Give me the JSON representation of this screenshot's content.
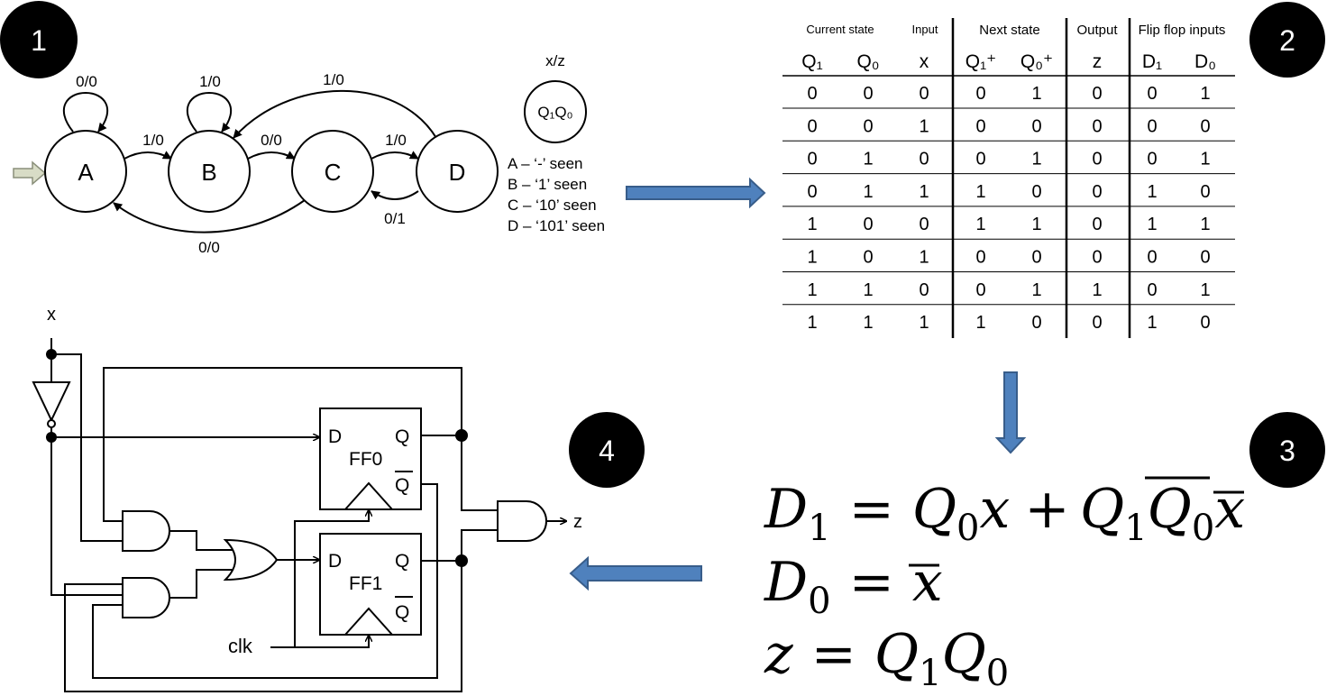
{
  "steps": {
    "one": "1",
    "two": "2",
    "three": "3",
    "four": "4"
  },
  "state_diagram": {
    "legend_label": "x/z",
    "legend_state": "Q₁Q₀",
    "states": {
      "a": "A",
      "b": "B",
      "c": "C",
      "d": "D"
    },
    "transitions": {
      "a_self": "0/0",
      "a_to_b": "1/0",
      "b_self": "1/0",
      "b_to_c": "0/0",
      "c_to_d": "1/0",
      "d_to_b": "1/0",
      "d_to_c": "0/1",
      "c_to_a": "0/0"
    },
    "descriptions": [
      "A – ‘-’ seen",
      "B – ‘1’ seen",
      "C – ‘10’ seen",
      "D – ‘101’ seen"
    ]
  },
  "table": {
    "groups": [
      "Current state",
      "Input",
      "Next state",
      "Output",
      "Flip flop inputs"
    ],
    "columns": [
      "Q₁",
      "Q₀",
      "x",
      "Q₁⁺",
      "Q₀⁺",
      "z",
      "D₁",
      "D₀"
    ],
    "rows": [
      [
        "0",
        "0",
        "0",
        "0",
        "1",
        "0",
        "0",
        "1"
      ],
      [
        "0",
        "0",
        "1",
        "0",
        "0",
        "0",
        "0",
        "0"
      ],
      [
        "0",
        "1",
        "0",
        "0",
        "1",
        "0",
        "0",
        "1"
      ],
      [
        "0",
        "1",
        "1",
        "1",
        "0",
        "0",
        "1",
        "0"
      ],
      [
        "1",
        "0",
        "0",
        "1",
        "1",
        "0",
        "1",
        "1"
      ],
      [
        "1",
        "0",
        "1",
        "0",
        "0",
        "0",
        "0",
        "0"
      ],
      [
        "1",
        "1",
        "0",
        "0",
        "1",
        "1",
        "0",
        "1"
      ],
      [
        "1",
        "1",
        "1",
        "1",
        "0",
        "0",
        "1",
        "0"
      ]
    ]
  },
  "equations": {
    "eq1": {
      "D": "D",
      "D_sub": "1",
      "eq": "=",
      "Q0": "Q",
      "Q0_sub": "0",
      "x": "x",
      "plus": "+",
      "Q1": "Q",
      "Q1_sub": "1",
      "Q0b": "Q",
      "Q0b_sub": "0",
      "xb": "x"
    },
    "eq2": {
      "D": "D",
      "D_sub": "0",
      "eq": "=",
      "xb": "x"
    },
    "eq3": {
      "z": "z",
      "eq": "=",
      "Q1": "Q",
      "Q1_sub": "1",
      "Q0": "Q",
      "Q0_sub": "0"
    }
  },
  "circuit": {
    "input_label": "x",
    "clock_label": "clk",
    "output_label": "z",
    "ff0": {
      "name": "FF0",
      "d": "D",
      "q": "Q",
      "qbar": "Q"
    },
    "ff1": {
      "name": "FF1",
      "d": "D",
      "q": "Q",
      "qbar": "Q"
    }
  },
  "colors": {
    "arrow_fill": "#4f81bd",
    "arrow_stroke": "#385d8a",
    "entry_arrow": "#d8dcc6",
    "badge": "#000000"
  }
}
